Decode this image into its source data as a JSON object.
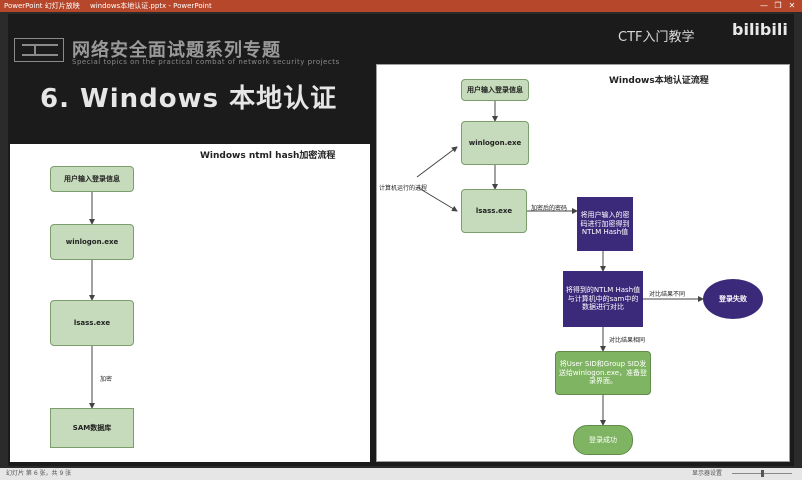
{
  "window": {
    "app_label": "PowerPoint 幻灯片放映",
    "doc_title": "windows本地认证.pptx - PowerPoint",
    "minimize": "—",
    "restore": "❐",
    "close": "✕"
  },
  "slide": {
    "series_title": "网络安全面试题系列专题",
    "series_subtitle": "Special topics on the practical combat of network security projects",
    "heading": "6. Windows 本地认证",
    "ctf_title": "CTF入门教学",
    "brand": "bilibili"
  },
  "left_panel": {
    "title": "Windows ntml hash加密流程",
    "nodes": {
      "input": "用户输入登录信息",
      "winlogon": "winlogon.exe",
      "lsass": "lsass.exe",
      "sam": "SAM数据库"
    },
    "edge_label": "加密"
  },
  "right_panel": {
    "title": "Windows本地认证流程",
    "nodes": {
      "input": "用户输入登录信息",
      "winlogon": "winlogon.exe",
      "lsass": "lsass.exe",
      "hash": "将用户输入的密码进行加密得到NTLM Hash值",
      "compare": "将得到的NTLM Hash值与计算机中的sam中的数据进行对比",
      "fail": "登录失败",
      "send": "将User SID和Group SID发送给winlogon.exe，准备登录界面。",
      "success": "登录成功"
    },
    "labels": {
      "process": "计算机运行的进程",
      "encrypted": "加密后的密码",
      "differ": "对比结果不同",
      "same": "对比结果相同"
    }
  },
  "statusbar": {
    "slide_info": "幻灯片 第 6 张，共 9 张",
    "notes": "显示器设置"
  },
  "colors": {
    "titlebar": "#b7472a",
    "green_node": "#c6dbbb",
    "green_solid": "#7fb562",
    "purple": "#3b2a7a"
  }
}
